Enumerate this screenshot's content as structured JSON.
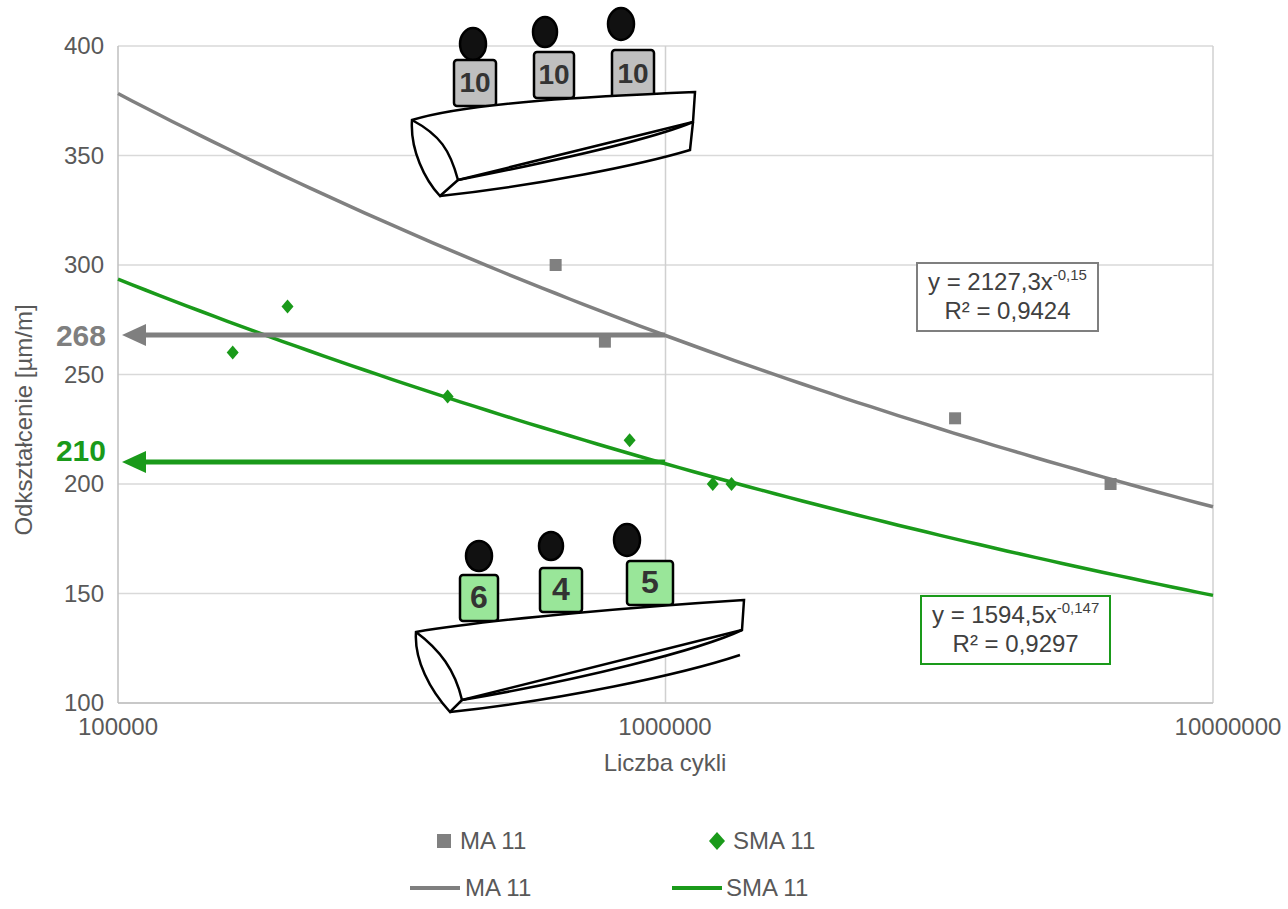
{
  "diagram": {
    "nodes": [
      {
        "text": [
          "y = 2127,3x",
          "-0,15",
          "R² = 0,9424"
        ]
      },
      {
        "text": [
          "y = 1594,5x",
          "-0,147",
          "R² = 0,9297"
        ]
      }
    ],
    "edges": [],
    "labels": [
      "400",
      "350",
      "300",
      "250",
      "200",
      "150",
      "100",
      "100000",
      "1000000",
      "10000000",
      "Odkształcenie [µm/m]",
      "Liczba cykli",
      "268",
      "210",
      "10",
      "10",
      "10",
      "6",
      "4",
      "5"
    ],
    "legend": [
      {
        "text": "MA 11"
      },
      {
        "text": "SMA 11"
      },
      {
        "text": "MA 11"
      },
      {
        "text": "SMA 11"
      }
    ]
  }
}
